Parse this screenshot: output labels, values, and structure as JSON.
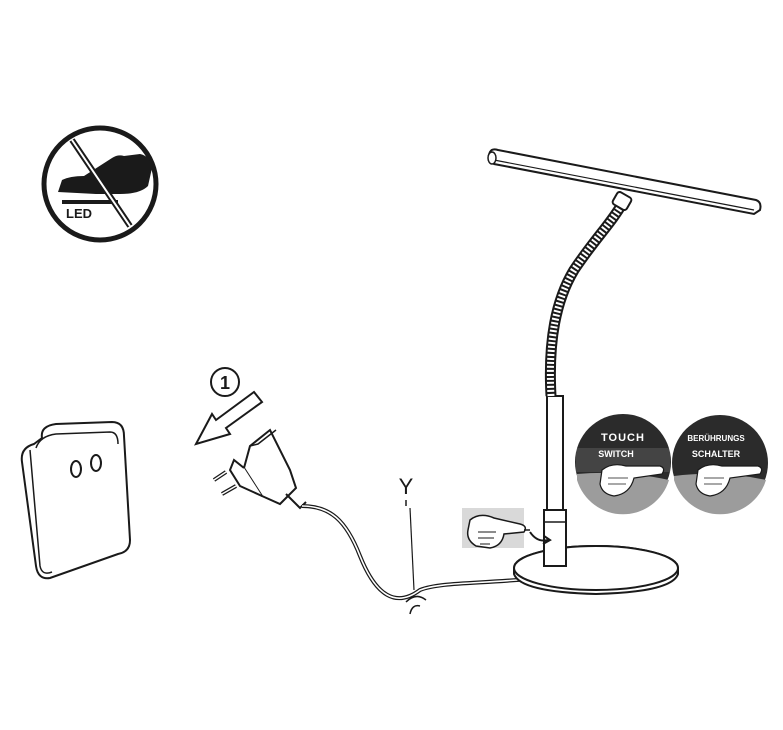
{
  "no_touch_led": {
    "label": "LED"
  },
  "step": {
    "number": "1"
  },
  "cable_marker": {
    "label": "Y"
  },
  "touch_badge_en": {
    "top": "TOUCH",
    "bottom": "SWITCH"
  },
  "touch_badge_de": {
    "top": "BERÜHRUNGS",
    "bottom": "SCHALTER"
  },
  "colors": {
    "line": "#1a1a1a",
    "badge_dark": "#2b2b2b",
    "badge_gray": "#9c9c9c",
    "hand_shade": "#d9d9d9"
  },
  "icons": [
    "no-touch-led-icon",
    "arrow-icon",
    "pointing-hand-icon",
    "power-adapter-icon",
    "wall-socket-icon"
  ]
}
